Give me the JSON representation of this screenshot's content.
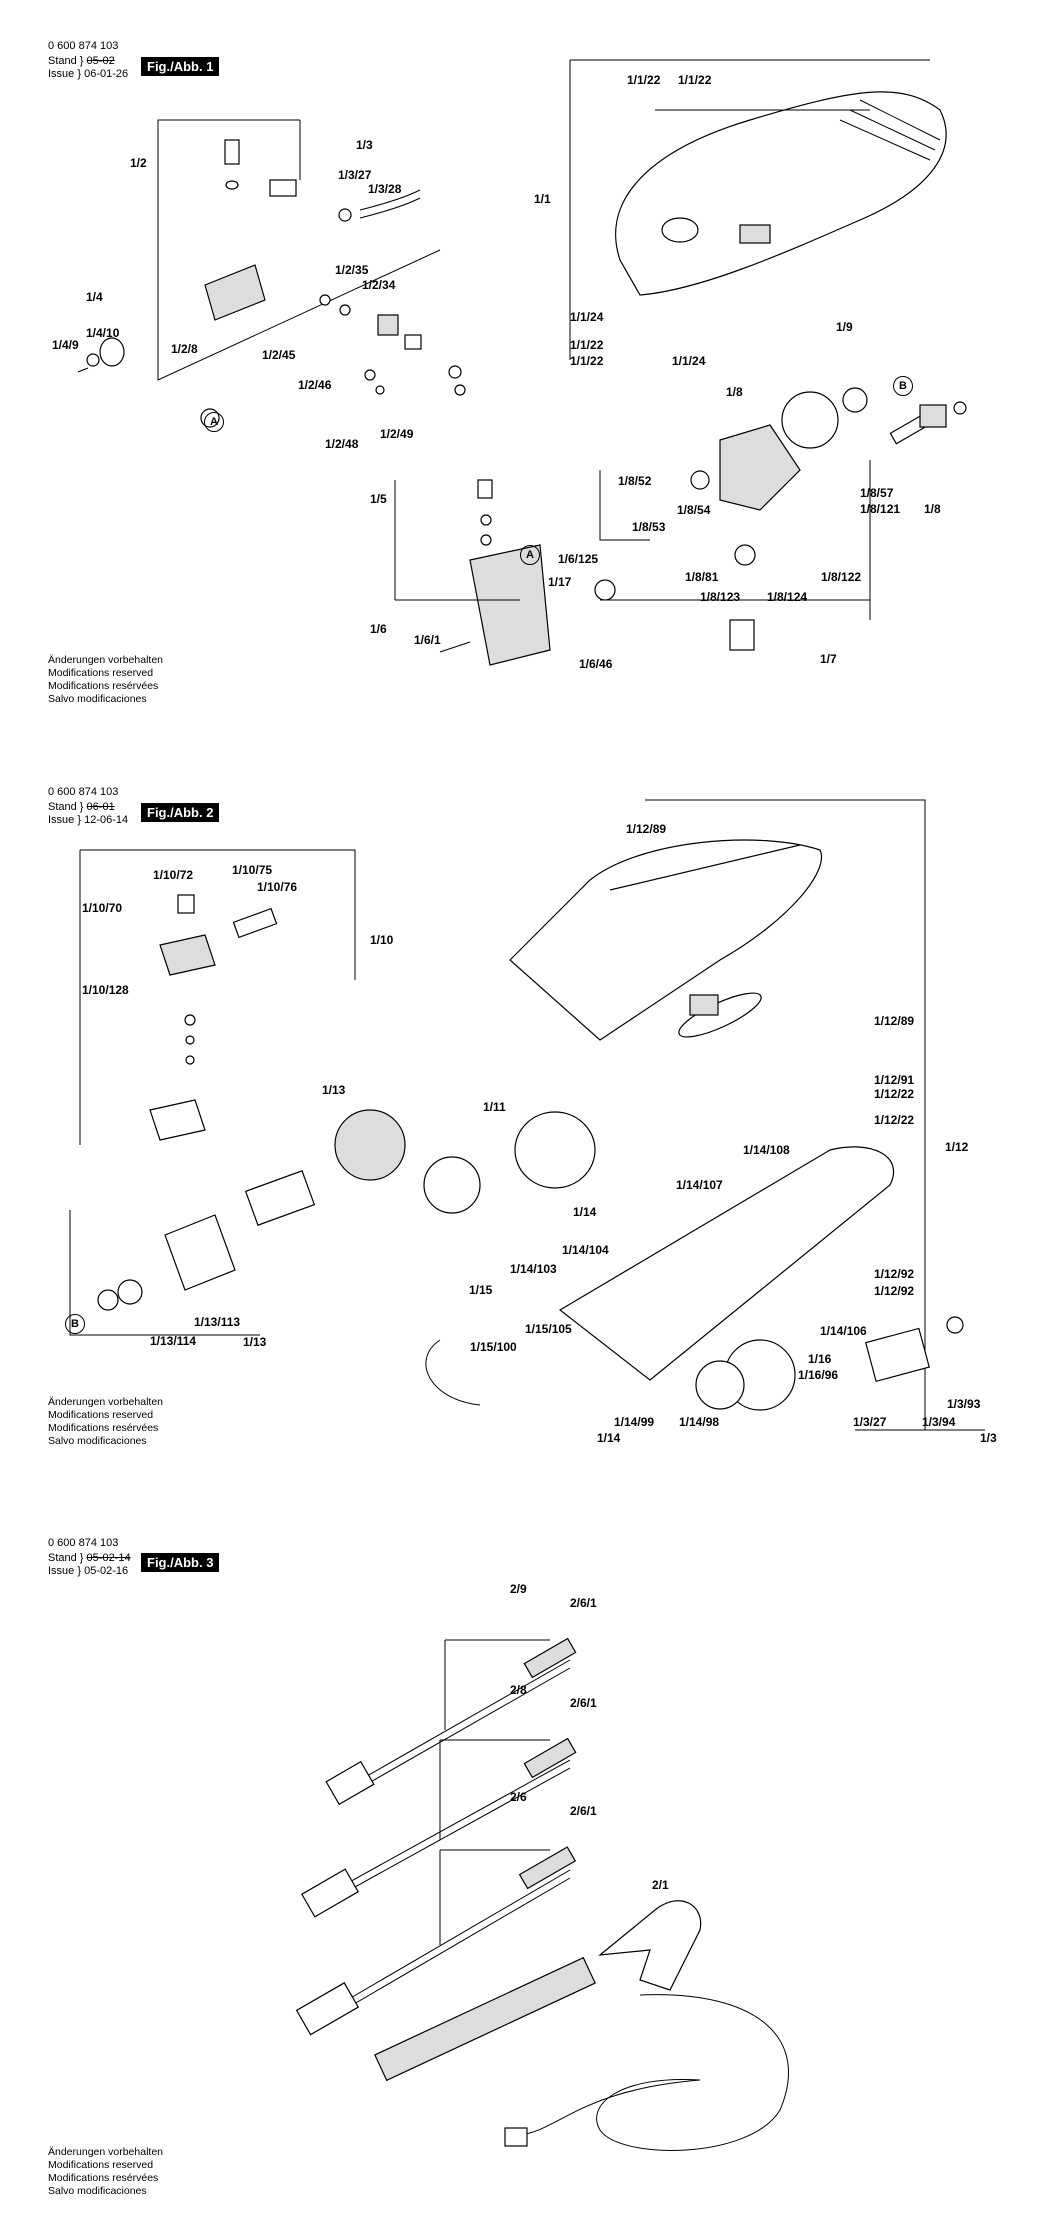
{
  "figures": [
    {
      "doc_number": "0 600 874 103",
      "stand_label": "Stand",
      "stand_date": "05-02",
      "issue_label": "Issue",
      "issue_date": "06-01-26",
      "tag": "Fig./Abb. 1",
      "notes": [
        "Änderungen vorbehalten",
        "Modifications reserved",
        "Modifications resérvées",
        "Salvo modificaciones"
      ],
      "labels": [
        "1/1/22",
        "1/1/22",
        "1/1",
        "1/1/24",
        "1/1/22",
        "1/1/22",
        "1/1/24",
        "1/2",
        "1/3",
        "1/3/27",
        "1/3/28",
        "1/2/35",
        "1/2/34",
        "1/4",
        "1/4/10",
        "1/4/9",
        "1/2/8",
        "1/2/45",
        "1/2/46",
        "1/2/48",
        "1/2/49",
        "1/9",
        "1/8",
        "1/8/52",
        "1/8/54",
        "1/8/53",
        "1/8/57",
        "1/8/121",
        "1/8",
        "1/8/81",
        "1/8/123",
        "1/8/124",
        "1/8/122",
        "1/7",
        "1/5",
        "1/6/125",
        "1/17",
        "1/6",
        "1/6/1",
        "1/6/46"
      ],
      "markers": [
        "A",
        "A",
        "B"
      ]
    },
    {
      "doc_number": "0 600 874 103",
      "stand_label": "Stand",
      "stand_date": "06-01",
      "issue_label": "Issue",
      "issue_date": "12-06-14",
      "tag": "Fig./Abb. 2",
      "notes": [
        "Änderungen vorbehalten",
        "Modifications reserved",
        "Modifications resérvées",
        "Salvo modificaciones"
      ],
      "labels": [
        "1/10/72",
        "1/10/75",
        "1/10/76",
        "1/10/70",
        "1/10",
        "1/10/128",
        "1/13",
        "1/11",
        "1/13/113",
        "1/13/114",
        "1/13",
        "1/12/89",
        "1/12/89",
        "1/12/91",
        "1/12/22",
        "1/12/22",
        "1/12",
        "1/14/108",
        "1/14/107",
        "1/14",
        "1/14/104",
        "1/14/103",
        "1/15",
        "1/15/105",
        "1/15/100",
        "1/14/106",
        "1/16",
        "1/16/96",
        "1/12/92",
        "1/12/92",
        "1/3/93",
        "1/3/27",
        "1/3/94",
        "1/3",
        "1/14/99",
        "1/14/98",
        "1/14"
      ],
      "markers": [
        "B"
      ]
    },
    {
      "doc_number": "0 600 874 103",
      "stand_label": "Stand",
      "stand_date": "05-02-14",
      "issue_label": "Issue",
      "issue_date": "05-02-16",
      "tag": "Fig./Abb. 3",
      "notes": [
        "Änderungen vorbehalten",
        "Modifications reserved",
        "Modifications resérvées",
        "Salvo modificaciones"
      ],
      "labels": [
        "2/9",
        "2/6/1",
        "2/8",
        "2/6/1",
        "2/6",
        "2/6/1",
        "2/1"
      ],
      "markers": []
    }
  ]
}
